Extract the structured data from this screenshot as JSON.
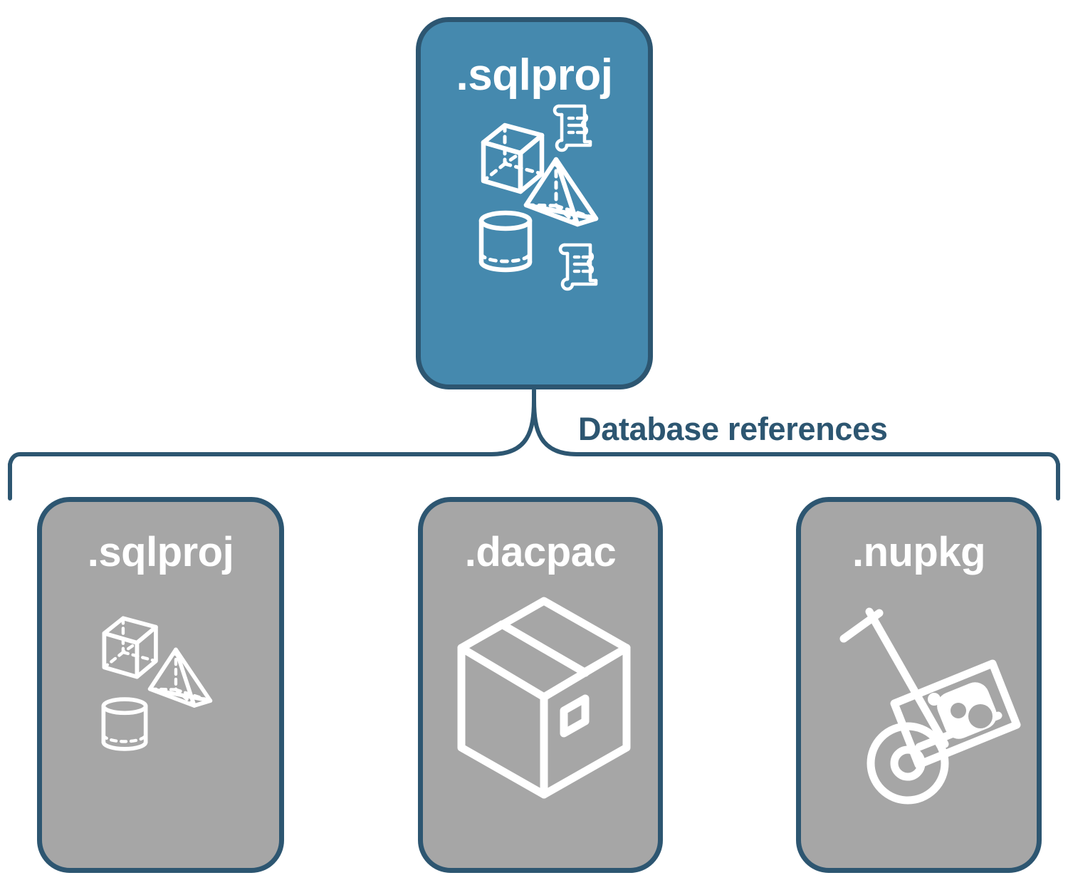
{
  "diagram": {
    "title_text": "Database references",
    "colors": {
      "primary_fill": "#4589ae",
      "secondary_fill": "#a6a6a6",
      "stroke": "#2d5671",
      "icon": "#ffffff",
      "background": "#ffffff"
    },
    "root": {
      "label": ".sqlproj",
      "icons": [
        "cube-icon",
        "pyramid-icon",
        "cylinder-icon",
        "scroll-icon",
        "scroll-icon"
      ]
    },
    "connector": {
      "type": "curly-brace",
      "label": "Database references",
      "branch_count": 3
    },
    "children": [
      {
        "label": ".sqlproj",
        "icons": [
          "cube-icon",
          "pyramid-icon",
          "cylinder-icon"
        ]
      },
      {
        "label": ".dacpac",
        "icons": [
          "package-box-icon"
        ]
      },
      {
        "label": ".nupkg",
        "icons": [
          "hand-truck-icon",
          "nuget-package-icon"
        ]
      }
    ]
  }
}
